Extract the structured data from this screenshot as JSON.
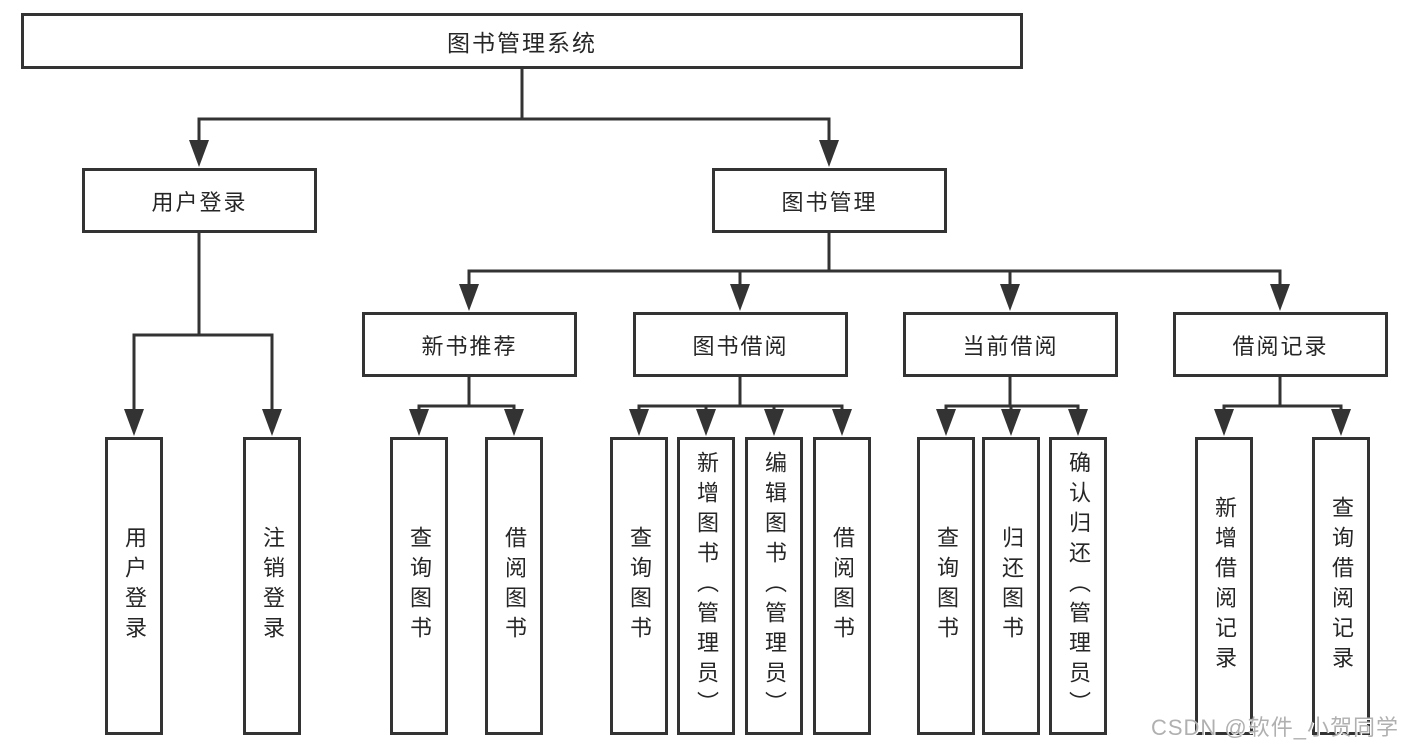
{
  "diagram": {
    "root_label": "图书管理系统",
    "branches": [
      {
        "label": "用户登录",
        "leaves": [
          "用户登录",
          "注销登录"
        ]
      },
      {
        "label": "图书管理",
        "groups": [
          {
            "label": "新书推荐",
            "leaves": [
              "查询图书",
              "借阅图书"
            ]
          },
          {
            "label": "图书借阅",
            "leaves": [
              "查询图书",
              "新增图书（管理员）",
              "编辑图书（管理员）",
              "借阅图书"
            ]
          },
          {
            "label": "当前借阅",
            "leaves": [
              "查询图书",
              "归还图书",
              "确认归还（管理员）"
            ]
          },
          {
            "label": "借阅记录",
            "leaves": [
              "新增借阅记录",
              "查询借阅记录"
            ]
          }
        ]
      }
    ]
  },
  "watermark": {
    "text": "CSDN @软件_小贺同学",
    "color": "#b0b0b0"
  },
  "colors": {
    "line": "#333333",
    "box_border": "#333333",
    "text": "#262626",
    "background": "#ffffff"
  }
}
